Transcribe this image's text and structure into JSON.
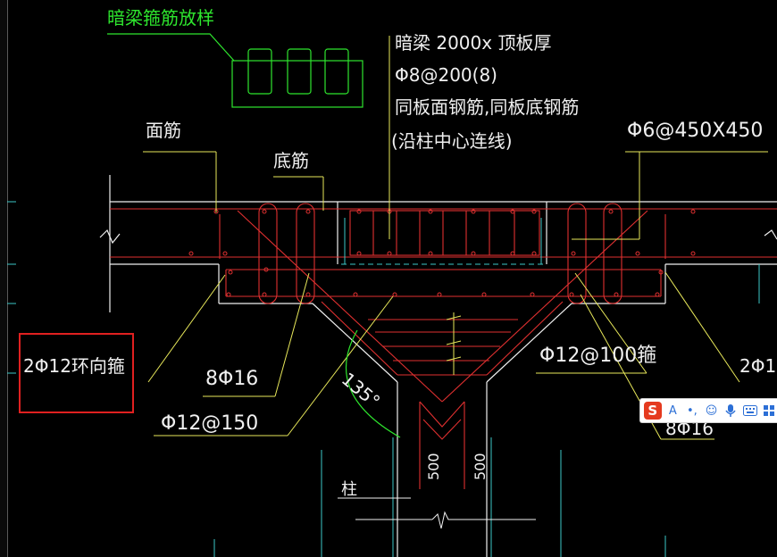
{
  "labels": {
    "hidden_beam_stirrup_sample": "暗梁箍筋放样",
    "beam_spec_line1": "暗梁  2000x 顶板厚",
    "beam_spec_line2": "Φ8@200(8)",
    "beam_spec_line3": "同板面钢筋,同板底钢筋",
    "beam_spec_line4": "(沿柱中心连线)",
    "top_bar": "面筋",
    "bottom_bar": "底筋",
    "mesh_spec": "Φ6@450X450",
    "ring_stirrup_left": "2Φ12环向箍",
    "ring_stirrup_right": "2Φ1",
    "bars_8_16_left": "8Φ16",
    "bars_8_16_right": "8Φ16",
    "spacing_150": "Φ12@150",
    "stirrup_100": "Φ12@100箍",
    "angle": "135°",
    "dim_500_left": "500",
    "dim_500_right": "500",
    "column": "柱"
  },
  "colors": {
    "white": "#f0f0f0",
    "green": "#2ee62e",
    "red": "#e03030",
    "yellow": "#e8e85a",
    "cyan": "#3cc8c8",
    "highlight": "#e02020"
  },
  "ime_toolbar": {
    "logo": "S",
    "buttons": [
      "A",
      "•,",
      "☺",
      "mic",
      "kbd",
      "grid"
    ]
  }
}
